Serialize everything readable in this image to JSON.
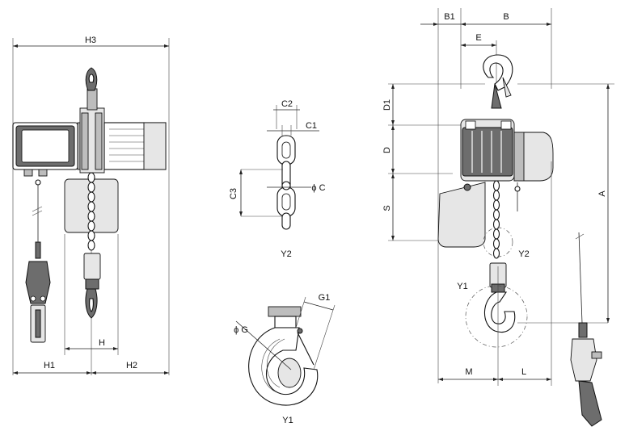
{
  "dimension_labels": {
    "H3": "H3",
    "H1": "H1",
    "H2": "H2",
    "H": "H",
    "C2": "C2",
    "C1": "C1",
    "C3": "C3",
    "phiC": "ϕ C",
    "Y2_left": "Y2",
    "phiG": "ϕ G",
    "G1": "G1",
    "Y1_left": "Y1",
    "B1": "B1",
    "B": "B",
    "E": "E",
    "D1": "D1",
    "D": "D",
    "S": "S",
    "A": "A",
    "Y2_right": "Y2",
    "Y1_right": "Y1",
    "M": "M",
    "L": "L"
  }
}
